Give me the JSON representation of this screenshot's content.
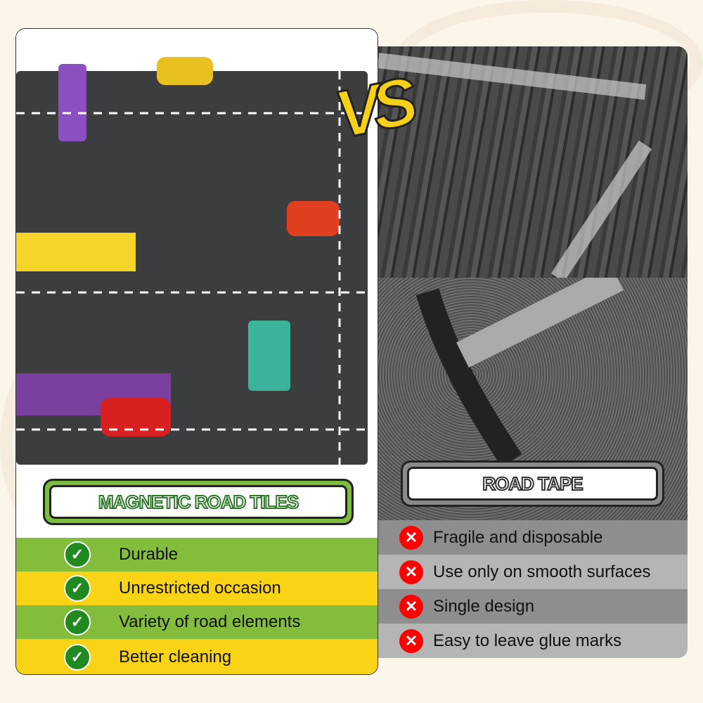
{
  "left_panel": {
    "label": "MAGNETIC ROAD TILES",
    "items": [
      {
        "text": "Durable",
        "icon": "check-icon"
      },
      {
        "text": "Unrestricted occasion",
        "icon": "check-icon"
      },
      {
        "text": "Variety of road elements",
        "icon": "check-icon"
      },
      {
        "text": "Better cleaning",
        "icon": "check-icon"
      }
    ],
    "row_colors": [
      "#84bc3c",
      "#f9d316"
    ]
  },
  "vs_text": "VS",
  "right_panel": {
    "label": "ROAD TAPE",
    "items": [
      {
        "text": "Fragile and disposable",
        "icon": "cross-icon"
      },
      {
        "text": "Use only on smooth surfaces",
        "icon": "cross-icon"
      },
      {
        "text": "Single design",
        "icon": "cross-icon"
      },
      {
        "text": "Easy to leave glue marks",
        "icon": "cross-icon"
      }
    ],
    "row_colors": [
      "#8e8e8e",
      "#b5b5b5"
    ]
  },
  "icons": {
    "check": "✓",
    "cross": "✕"
  }
}
